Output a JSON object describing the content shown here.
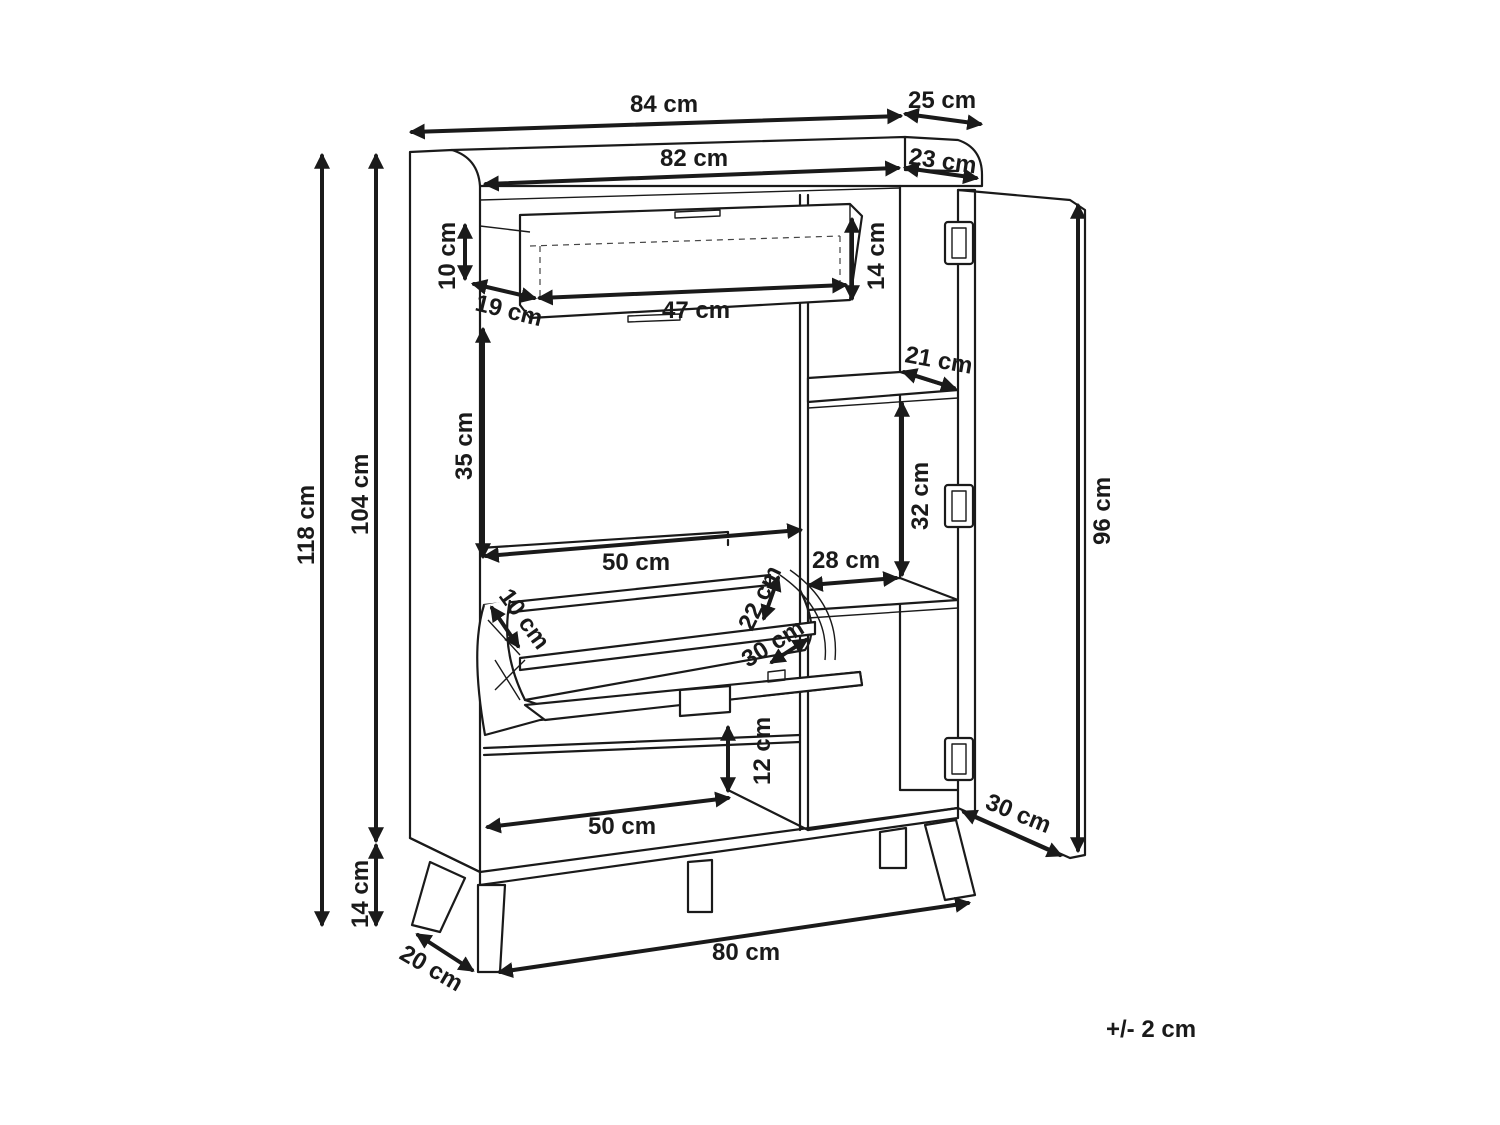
{
  "dimensions": {
    "width_outer": "84 cm",
    "depth_top_outer": "25 cm",
    "width_inner": "82 cm",
    "depth_top_inner": "23 cm",
    "drawer_gap": "10 cm",
    "drawer_height": "14 cm",
    "drawer_depth": "19 cm",
    "drawer_width": "47 cm",
    "height_total": "118 cm",
    "height_body": "104 cm",
    "height_legs": "14 cm",
    "compartment_height": "35 cm",
    "compartment_width": "50 cm",
    "shelf_depth": "21 cm",
    "shelf_spacing": "32 cm",
    "shelf_width": "28 cm",
    "flap_depth": "10 cm",
    "flap_height": "22 cm",
    "flap_width": "30 cm",
    "bottom_height": "12 cm",
    "bottom_width": "50 cm",
    "door_height": "96 cm",
    "door_width": "30 cm",
    "base_width": "80 cm",
    "leg_depth": "20 cm"
  },
  "tolerance": "+/- 2 cm"
}
